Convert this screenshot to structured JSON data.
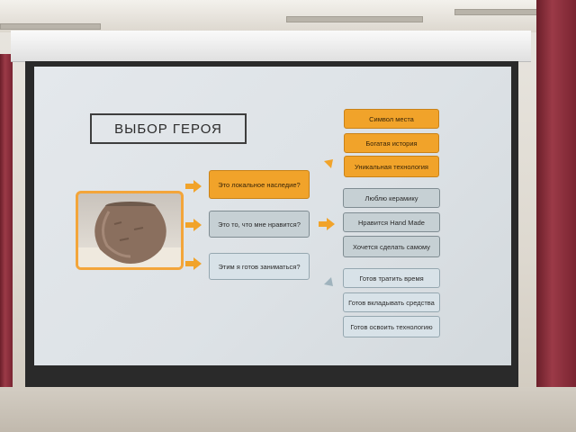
{
  "slide": {
    "title": "ВЫБОР ГЕРОЯ",
    "questions": [
      {
        "label": "Это локальное наследие?",
        "style": "orange"
      },
      {
        "label": "Это то, что мне нравится?",
        "style": "gray"
      },
      {
        "label": "Этим я готов заниматься?",
        "style": "light"
      }
    ],
    "answers_heritage": [
      "Символ места",
      "Богатая история",
      "Уникальная технология"
    ],
    "answers_like": [
      "Люблю керамику",
      "Нравится  Hand Made",
      "Хочется сделать самому"
    ],
    "answers_ready": [
      "Готов тратить время",
      "Готов вкладывать средства",
      "Готов освоить технологию"
    ],
    "colors": {
      "orange": "#f1a32a",
      "gray": "#c6d0d4",
      "light": "#d8e2e8",
      "arrow_orange": "#f1a32a",
      "arrow_gray": "#9fb3bd"
    }
  }
}
